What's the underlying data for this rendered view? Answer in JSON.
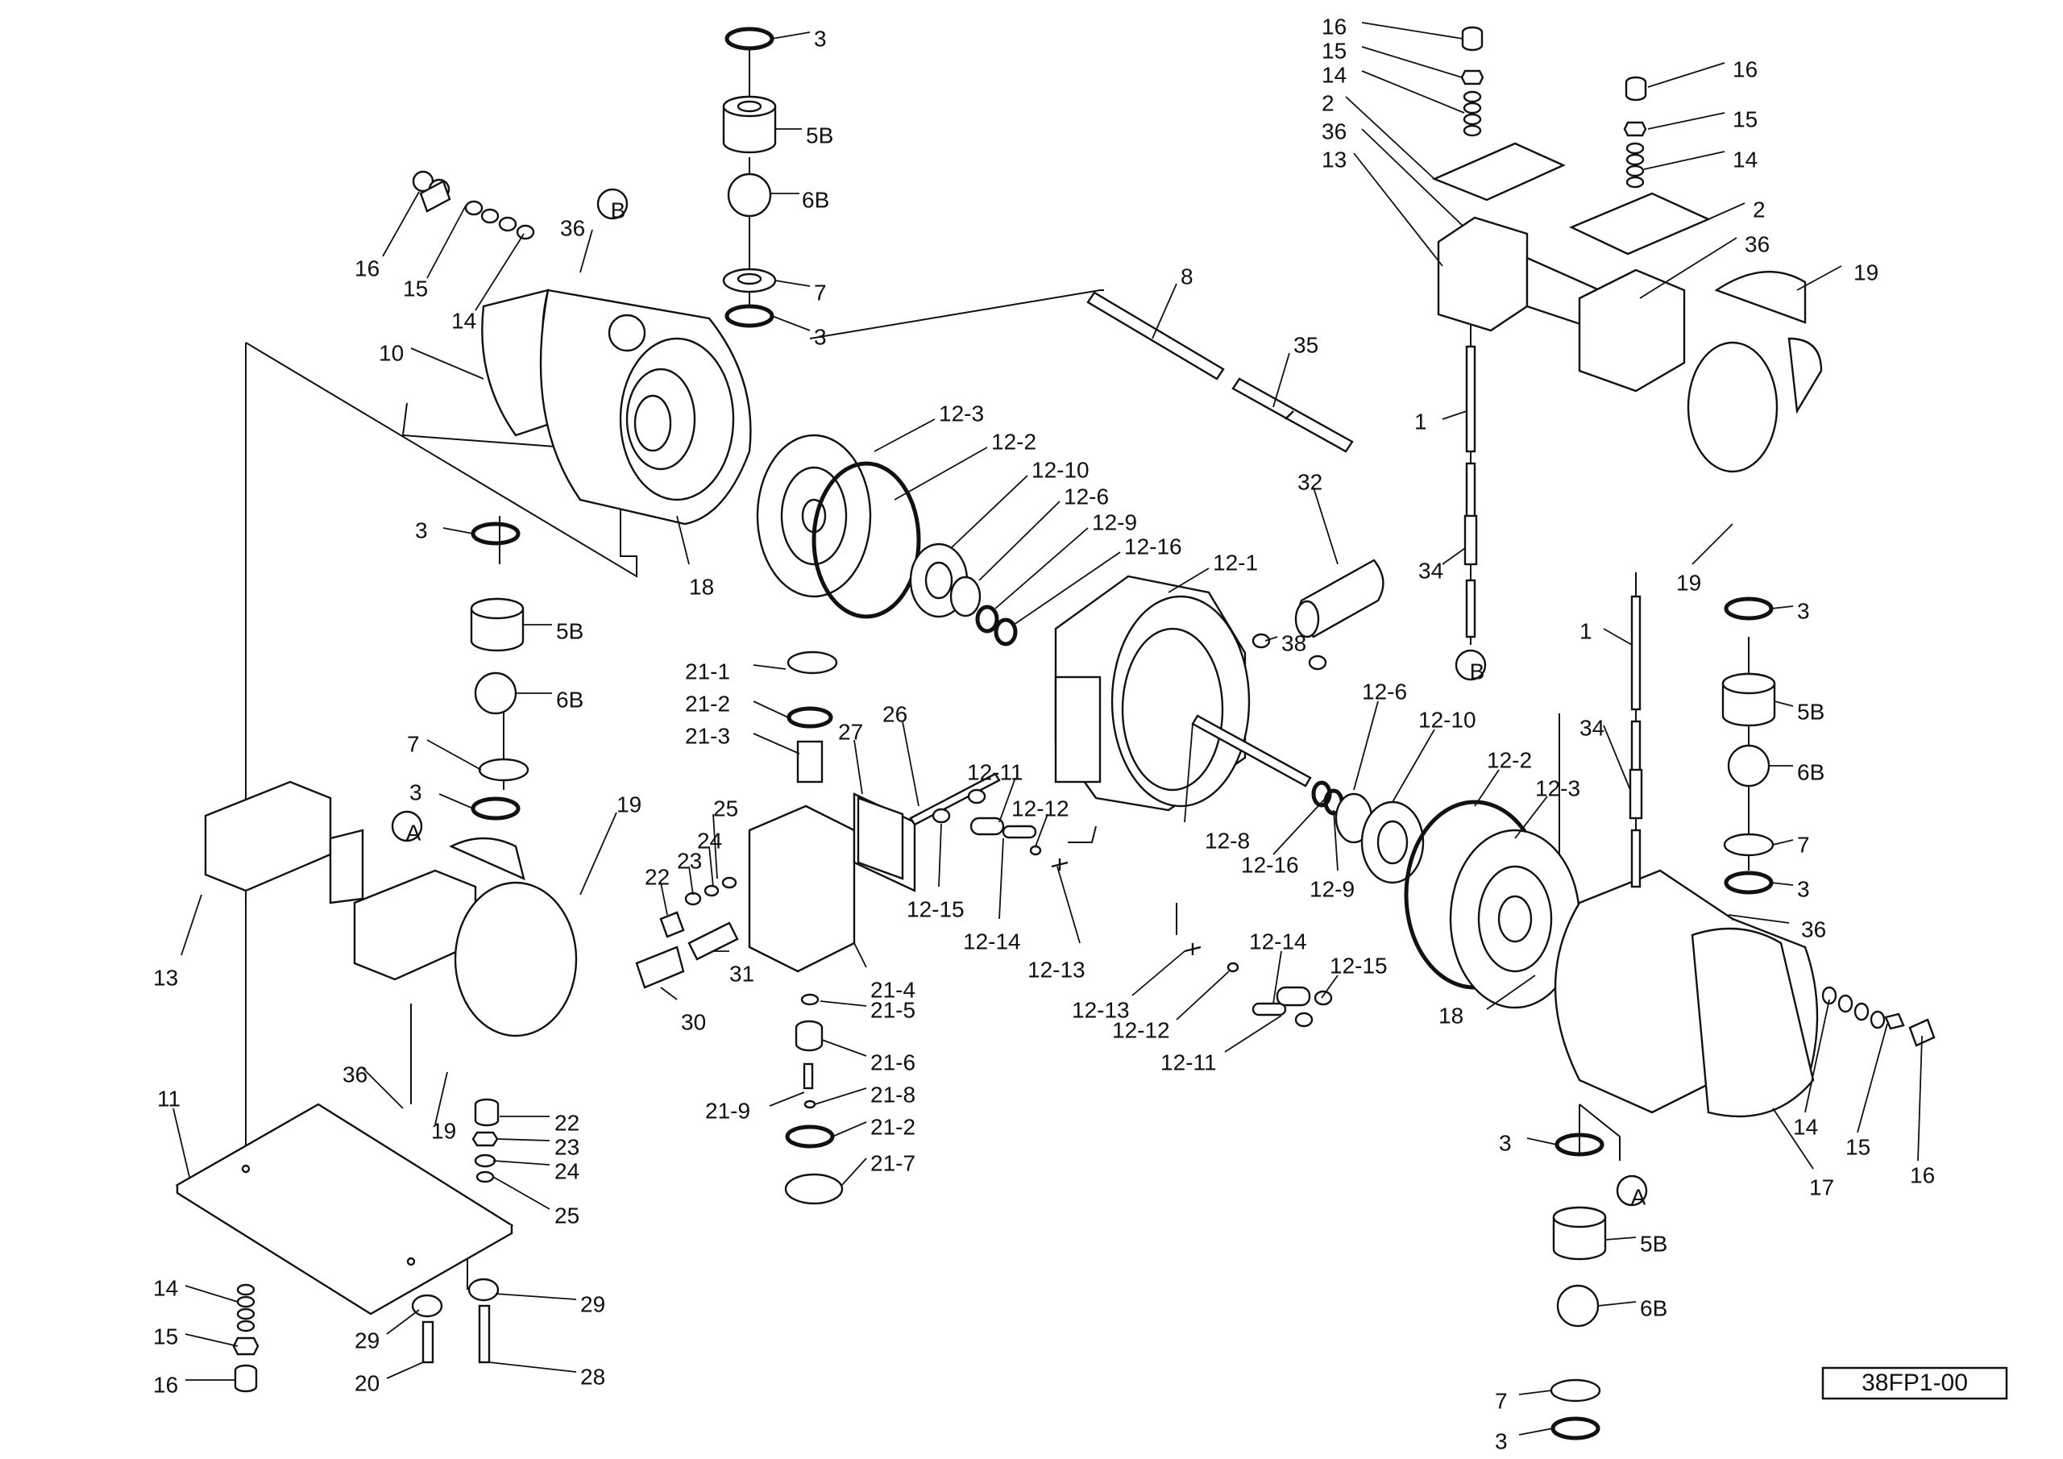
{
  "drawing_number": "38FP1-00",
  "section_markers": [
    "A",
    "B"
  ],
  "callouts": [
    "3",
    "5B",
    "6B",
    "7",
    "3",
    "16",
    "15",
    "14",
    "36",
    "10",
    "18",
    "B",
    "3",
    "5B",
    "6B",
    "7",
    "3",
    "13",
    "A",
    "19",
    "36",
    "11",
    "19",
    "22",
    "23",
    "24",
    "25",
    "14",
    "15",
    "16",
    "29",
    "20",
    "29",
    "28",
    "8",
    "35",
    "12-3",
    "12-2",
    "12-10",
    "12-6",
    "12-9",
    "12-16",
    "12-1",
    "32",
    "38",
    "21-1",
    "21-2",
    "21-3",
    "27",
    "26",
    "25",
    "24",
    "23",
    "22",
    "31",
    "30",
    "21-4",
    "21-5",
    "21-6",
    "21-9",
    "21-8",
    "21-2",
    "21-7",
    "12-11",
    "12-12",
    "12-15",
    "12-14",
    "12-13",
    "12-8",
    "12-16",
    "12-9",
    "12-6",
    "12-10",
    "12-2",
    "12-3",
    "12-13",
    "12-12",
    "12-14",
    "12-15",
    "12-11",
    "16",
    "15",
    "14",
    "2",
    "36",
    "13",
    "16",
    "15",
    "14",
    "2",
    "36",
    "19",
    "19",
    "1",
    "34",
    "B",
    "1",
    "34",
    "3",
    "5B",
    "6B",
    "7",
    "3",
    "36",
    "18",
    "14",
    "15",
    "16",
    "17",
    "3",
    "A",
    "5B",
    "6B",
    "7",
    "3"
  ]
}
